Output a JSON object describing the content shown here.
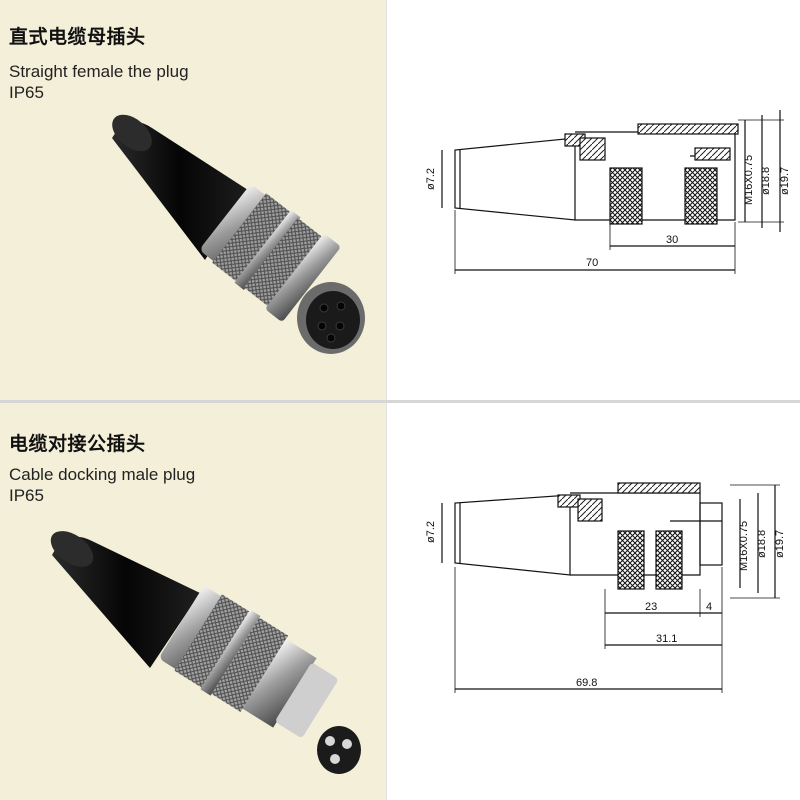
{
  "products": [
    {
      "title_zh": "直式电缆母插头",
      "title_en": "Straight female the plug",
      "rating": "IP65",
      "dims": {
        "cable_dia": "ø7.2",
        "thread": "M16X0.75",
        "dia_inner": "ø18.8",
        "dia_outer": "ø19.7",
        "length_total": "70",
        "length_body": "30"
      }
    },
    {
      "title_zh": "电缆对接公插头",
      "title_en": "Cable docking male plug",
      "rating": "IP65",
      "dims": {
        "cable_dia": "ø7.2",
        "thread": "M16X0.75",
        "dia_inner": "ø18.8",
        "dia_outer": "ø19.7",
        "length_total": "69.8",
        "length_body": "31.1",
        "length_knurl": "23",
        "length_pin": "4"
      }
    }
  ],
  "colors": {
    "photo_background": "#f4efd9",
    "cable": "#141414",
    "metal": "#b9b9b9"
  }
}
